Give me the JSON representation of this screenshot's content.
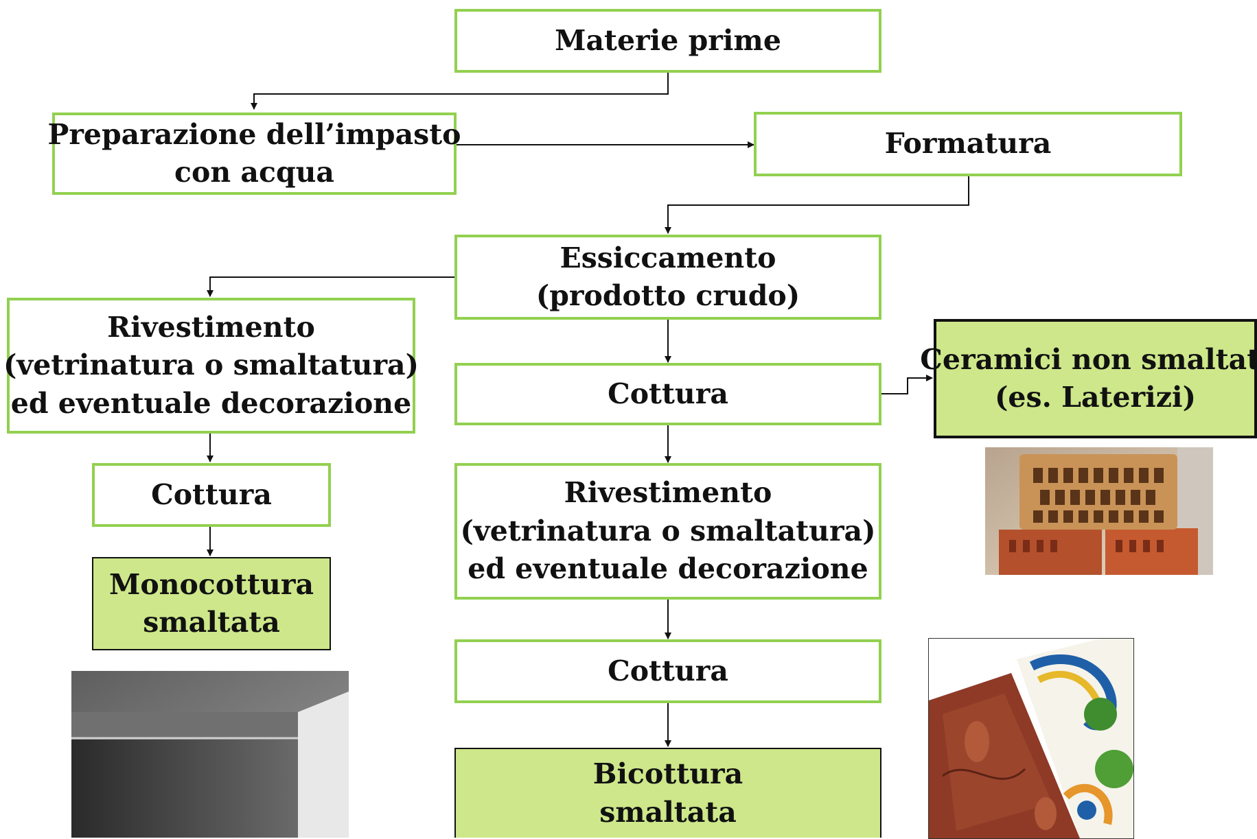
{
  "boxes": {
    "materie_prime": [
      "Materie prime"
    ],
    "preparazione": [
      "Preparazione dell’impasto",
      "con acqua"
    ],
    "formatura": [
      "Formatura"
    ],
    "essiccamento": [
      "Essiccamento",
      "(prodotto crudo)"
    ],
    "rivestimento_left": [
      "Rivestimento",
      "(vetrinatura o smaltatura)",
      "ed eventuale decorazione"
    ],
    "cottura_center_1": [
      "Cottura"
    ],
    "ceramici_non_smaltati": [
      "Ceramici non smaltati",
      "(es. Laterizi)"
    ],
    "cottura_left": [
      "Cottura"
    ],
    "rivestimento_center": [
      "Rivestimento",
      "(vetrinatura o smaltatura)",
      "ed eventuale decorazione"
    ],
    "monocottura": [
      "Monocottura",
      "smaltata"
    ],
    "cottura_center_2": [
      "Cottura"
    ],
    "bicottura": [
      "Bicottura",
      "smaltata"
    ]
  },
  "colors": {
    "box_border": "#92d050",
    "highlight_fill": "#cde78a",
    "arrow": "#111111"
  },
  "images": {
    "bricks": "bricks-photo",
    "tiles": "grey-tiles-photo",
    "majolica": "majolica-tiles-photo"
  }
}
